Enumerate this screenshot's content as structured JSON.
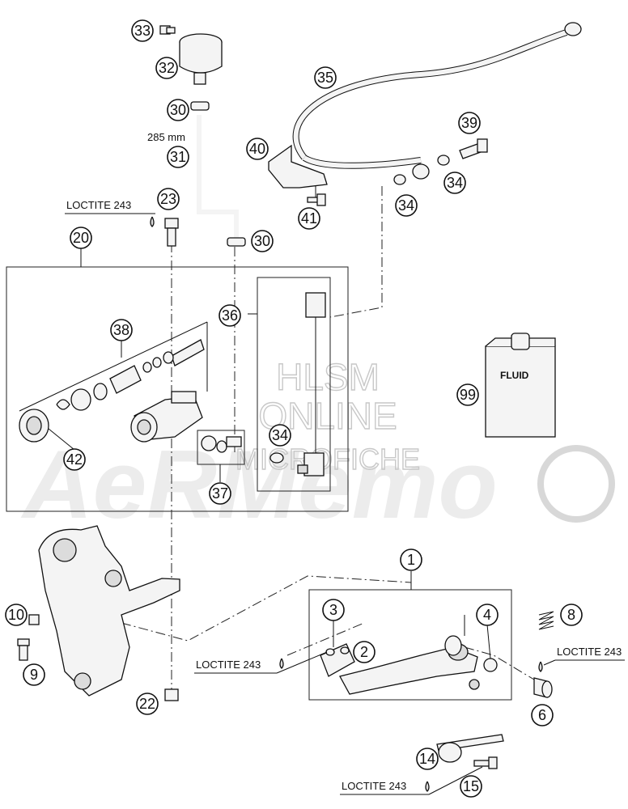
{
  "watermark": {
    "line1": "HLSM",
    "line2": "ONLINE",
    "line3": "MICROFICHE",
    "brand": "AeRMemo"
  },
  "labels": {
    "loctite_23": "LOCTITE 243",
    "loctite_3": "LOCTITE 243",
    "loctite_6": "LOCTITE 243",
    "loctite_15": "LOCTITE 243",
    "hose_length": "285 mm",
    "fluid": "FLUID"
  },
  "callouts": {
    "c1": "1",
    "c2": "2",
    "c3": "3",
    "c4": "4",
    "c6": "6",
    "c8": "8",
    "c9": "9",
    "c10": "10",
    "c14": "14",
    "c15": "15",
    "c20": "20",
    "c22": "22",
    "c23": "23",
    "c30a": "30",
    "c30b": "30",
    "c31": "31",
    "c32": "32",
    "c33": "33",
    "c34a": "34",
    "c34b": "34",
    "c34c": "34",
    "c35": "35",
    "c36": "36",
    "c37": "37",
    "c38": "38",
    "c39": "39",
    "c40": "40",
    "c41": "41",
    "c42": "42",
    "c99": "99"
  }
}
